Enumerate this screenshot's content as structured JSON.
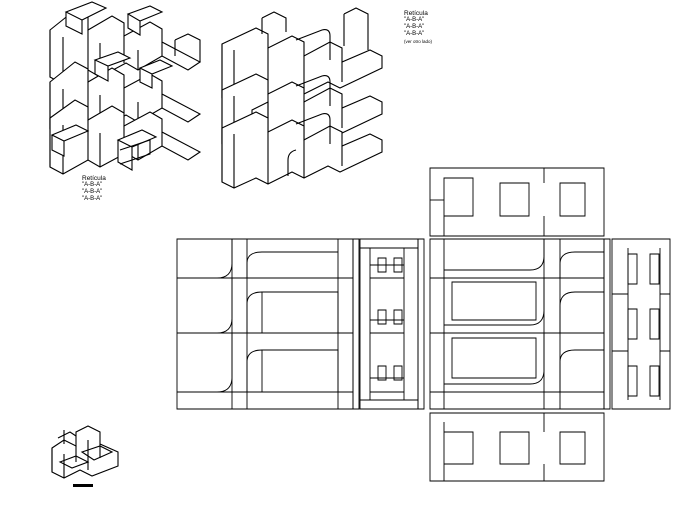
{
  "labels": {
    "right": {
      "title": "Retícula",
      "lines": [
        "\"A-B-A\"",
        "\"A-B-A\"",
        "\"A-B-A\""
      ],
      "note": "(ver otro lado)"
    },
    "left": {
      "title": "Retícula",
      "lines": [
        "\"A-B-A\"",
        "\"A-B-A\"",
        "\"A-B-A\""
      ]
    }
  },
  "colors": {
    "line": "#000000",
    "background": "#ffffff",
    "fill": "#ffffff"
  }
}
